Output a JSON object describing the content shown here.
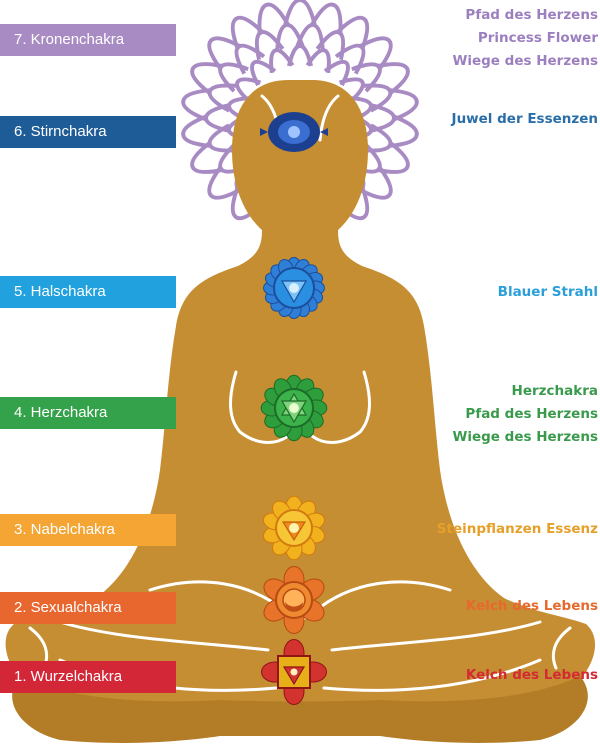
{
  "chakras": [
    {
      "label": "7. Kronenchakra",
      "color": "#a98bc4",
      "lines": [
        "Pfad des Herzens",
        "Princess Flower",
        "Wiege des Herzens"
      ],
      "text_color": "#9b7fbf"
    },
    {
      "label": "6. Stirnchakra",
      "color": "#1d5c97",
      "lines": [
        "Juwel der Essenzen"
      ],
      "text_color": "#2a6ea8"
    },
    {
      "label": "5. Halschakra",
      "color": "#21a2de",
      "lines": [
        "Blauer Strahl"
      ],
      "text_color": "#2a9fd8"
    },
    {
      "label": "4. Herzchakra",
      "color": "#34a24a",
      "lines": [
        "Herzchakra",
        "Pfad des Herzens",
        "Wiege des Herzens"
      ],
      "text_color": "#3a9a4c"
    },
    {
      "label": "3. Nabelchakra",
      "color": "#f4a533",
      "lines": [
        "Steinpflanzen Essenz"
      ],
      "text_color": "#e6a02a"
    },
    {
      "label": "2. Sexualchakra",
      "color": "#e8672e",
      "lines": [
        "Kelch des Lebens"
      ],
      "text_color": "#e6692e"
    },
    {
      "label": "1. Wurzelchakra",
      "color": "#d32636",
      "lines": [
        "Kelch des Lebens"
      ],
      "text_color": "#d42a34"
    }
  ],
  "colors": {
    "body": "#c68e32",
    "body_dark": "#b37c26",
    "lotus": "#a98bc4",
    "outline": "#ffffff"
  }
}
